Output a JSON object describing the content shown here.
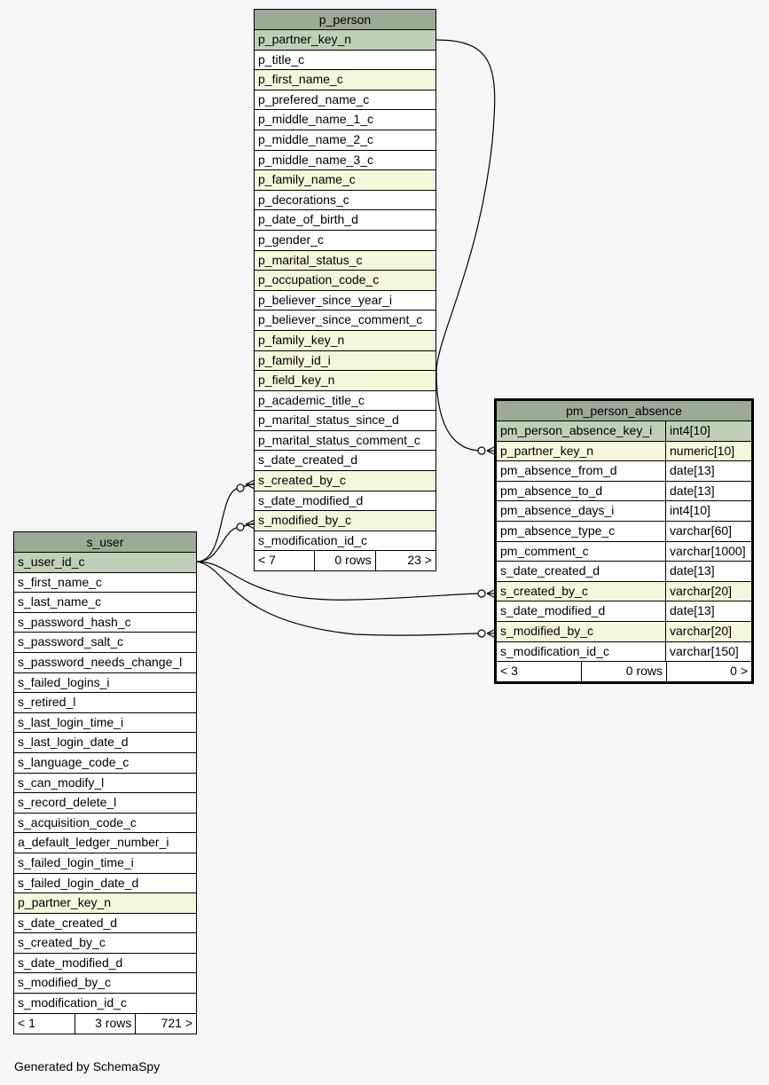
{
  "footer_text": "Generated by SchemaSpy",
  "tables": {
    "p_person": {
      "title": "p_person",
      "rows": [
        {
          "name": "p_partner_key_n",
          "kind": "pk"
        },
        {
          "name": "p_title_c",
          "kind": "plain"
        },
        {
          "name": "p_first_name_c",
          "kind": "fk"
        },
        {
          "name": "p_prefered_name_c",
          "kind": "plain"
        },
        {
          "name": "p_middle_name_1_c",
          "kind": "plain"
        },
        {
          "name": "p_middle_name_2_c",
          "kind": "plain"
        },
        {
          "name": "p_middle_name_3_c",
          "kind": "plain"
        },
        {
          "name": "p_family_name_c",
          "kind": "fk"
        },
        {
          "name": "p_decorations_c",
          "kind": "plain"
        },
        {
          "name": "p_date_of_birth_d",
          "kind": "plain"
        },
        {
          "name": "p_gender_c",
          "kind": "plain"
        },
        {
          "name": "p_marital_status_c",
          "kind": "fk"
        },
        {
          "name": "p_occupation_code_c",
          "kind": "fk"
        },
        {
          "name": "p_believer_since_year_i",
          "kind": "plain"
        },
        {
          "name": "p_believer_since_comment_c",
          "kind": "plain"
        },
        {
          "name": "p_family_key_n",
          "kind": "fk"
        },
        {
          "name": "p_family_id_i",
          "kind": "fk"
        },
        {
          "name": "p_field_key_n",
          "kind": "fk"
        },
        {
          "name": "p_academic_title_c",
          "kind": "plain"
        },
        {
          "name": "p_marital_status_since_d",
          "kind": "plain"
        },
        {
          "name": "p_marital_status_comment_c",
          "kind": "plain"
        },
        {
          "name": "s_date_created_d",
          "kind": "plain"
        },
        {
          "name": "s_created_by_c",
          "kind": "fk"
        },
        {
          "name": "s_date_modified_d",
          "kind": "plain"
        },
        {
          "name": "s_modified_by_c",
          "kind": "fk"
        },
        {
          "name": "s_modification_id_c",
          "kind": "plain"
        }
      ],
      "footer": {
        "left": "< 7",
        "mid": "0 rows",
        "right": "23 >"
      }
    },
    "pm_person_absence": {
      "title": "pm_person_absence",
      "rows": [
        {
          "name": "pm_person_absence_key_i",
          "type": "int4[10]",
          "kind": "pk"
        },
        {
          "name": "p_partner_key_n",
          "type": "numeric[10]",
          "kind": "fk"
        },
        {
          "name": "pm_absence_from_d",
          "type": "date[13]",
          "kind": "plain"
        },
        {
          "name": "pm_absence_to_d",
          "type": "date[13]",
          "kind": "plain"
        },
        {
          "name": "pm_absence_days_i",
          "type": "int4[10]",
          "kind": "plain"
        },
        {
          "name": "pm_absence_type_c",
          "type": "varchar[60]",
          "kind": "plain"
        },
        {
          "name": "pm_comment_c",
          "type": "varchar[1000]",
          "kind": "plain"
        },
        {
          "name": "s_date_created_d",
          "type": "date[13]",
          "kind": "plain"
        },
        {
          "name": "s_created_by_c",
          "type": "varchar[20]",
          "kind": "fk"
        },
        {
          "name": "s_date_modified_d",
          "type": "date[13]",
          "kind": "plain"
        },
        {
          "name": "s_modified_by_c",
          "type": "varchar[20]",
          "kind": "fk"
        },
        {
          "name": "s_modification_id_c",
          "type": "varchar[150]",
          "kind": "plain"
        }
      ],
      "footer": {
        "left": "< 3",
        "mid": "0 rows",
        "right": "0 >"
      }
    },
    "s_user": {
      "title": "s_user",
      "rows": [
        {
          "name": "s_user_id_c",
          "kind": "pk"
        },
        {
          "name": "s_first_name_c",
          "kind": "plain"
        },
        {
          "name": "s_last_name_c",
          "kind": "plain"
        },
        {
          "name": "s_password_hash_c",
          "kind": "plain"
        },
        {
          "name": "s_password_salt_c",
          "kind": "plain"
        },
        {
          "name": "s_password_needs_change_l",
          "kind": "plain"
        },
        {
          "name": "s_failed_logins_i",
          "kind": "plain"
        },
        {
          "name": "s_retired_l",
          "kind": "plain"
        },
        {
          "name": "s_last_login_time_i",
          "kind": "plain"
        },
        {
          "name": "s_last_login_date_d",
          "kind": "plain"
        },
        {
          "name": "s_language_code_c",
          "kind": "plain"
        },
        {
          "name": "s_can_modify_l",
          "kind": "plain"
        },
        {
          "name": "s_record_delete_l",
          "kind": "plain"
        },
        {
          "name": "s_acquisition_code_c",
          "kind": "plain"
        },
        {
          "name": "a_default_ledger_number_i",
          "kind": "plain"
        },
        {
          "name": "s_failed_login_time_i",
          "kind": "plain"
        },
        {
          "name": "s_failed_login_date_d",
          "kind": "plain"
        },
        {
          "name": "p_partner_key_n",
          "kind": "fk"
        },
        {
          "name": "s_date_created_d",
          "kind": "plain"
        },
        {
          "name": "s_created_by_c",
          "kind": "plain"
        },
        {
          "name": "s_date_modified_d",
          "kind": "plain"
        },
        {
          "name": "s_modified_by_c",
          "kind": "plain"
        },
        {
          "name": "s_modification_id_c",
          "kind": "plain"
        }
      ],
      "footer": {
        "left": "< 1",
        "mid": "3 rows",
        "right": "721 >"
      }
    }
  }
}
